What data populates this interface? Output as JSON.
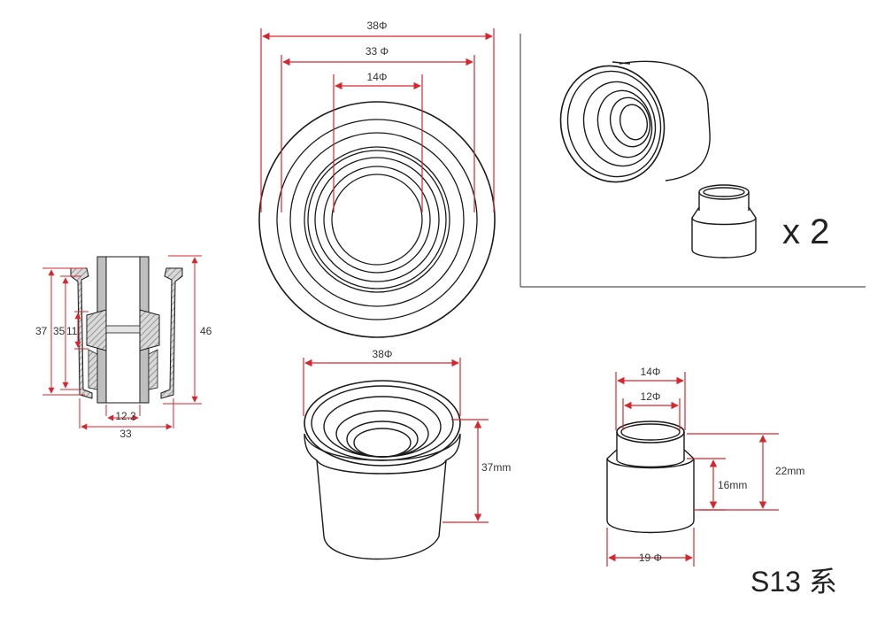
{
  "colors": {
    "dimension": "#d8262e",
    "outline": "#1a1a1a",
    "hatch": "#888888"
  },
  "top_view": {
    "d_outer": "38Φ",
    "d_mid": "33 Φ",
    "d_inner": "14Φ"
  },
  "cross_section": {
    "h37": "37",
    "h35": "35",
    "h11": "11",
    "h46": "46",
    "w122": "12.2",
    "w33": "33"
  },
  "cup": {
    "d38": "38Φ",
    "h37": "37mm"
  },
  "insert": {
    "d14": "14Φ",
    "d12": "12Φ",
    "h16": "16mm",
    "h22": "22mm",
    "d19": "19 Φ"
  },
  "inset": {
    "quantity": "x 2"
  },
  "series_label": "S13 系"
}
